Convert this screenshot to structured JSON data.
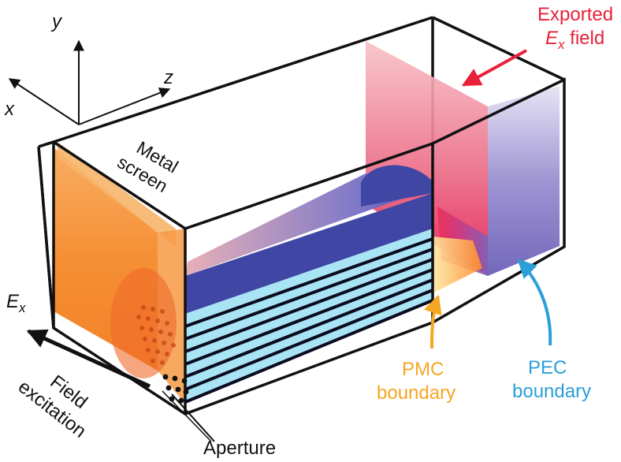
{
  "axes": {
    "y": "y",
    "z": "z",
    "x": "x"
  },
  "labels": {
    "exported_line1": "Exported",
    "exported_e": "E",
    "exported_sub": "x",
    "exported_rest": " field",
    "metal_line1": "Metal",
    "metal_line2": "screen",
    "ex_e": "E",
    "ex_sub": "x",
    "field_line1": "Field",
    "field_line2": "excitation",
    "aperture": "Aperture",
    "pmc_line1": "PMC",
    "pmc_line2": "boundary",
    "pec_line1": "PEC",
    "pec_line2": "boundary"
  },
  "colors": {
    "exported": "#e8203a",
    "pmc": "#f5a623",
    "pec": "#2a9fd8",
    "frame": "#111111",
    "dark_block": "#3f46a3",
    "light_layer": "#a9e4f5",
    "orange_plate": "#f58a23"
  }
}
